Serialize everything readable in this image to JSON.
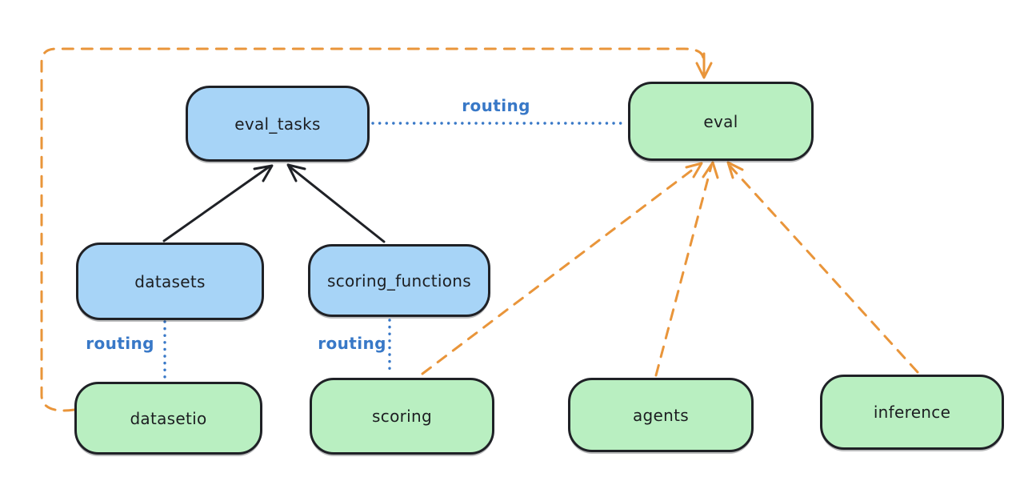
{
  "diagram": {
    "colors": {
      "background": "#ffffff",
      "blue_fill": "#a7d4f7",
      "green_fill": "#b9efc1",
      "stroke": "#1f2126",
      "orange": "#e9953a",
      "routing_blue": "#3878c7",
      "text": "#1c1e21"
    },
    "nodes": [
      {
        "id": "eval_tasks",
        "label": "eval_tasks",
        "color": "blue"
      },
      {
        "id": "eval",
        "label": "eval",
        "color": "green"
      },
      {
        "id": "datasets",
        "label": "datasets",
        "color": "blue"
      },
      {
        "id": "scoring_functions",
        "label": "scoring_functions",
        "color": "blue"
      },
      {
        "id": "datasetio",
        "label": "datasetio",
        "color": "green"
      },
      {
        "id": "scoring",
        "label": "scoring",
        "color": "green"
      },
      {
        "id": "agents",
        "label": "agents",
        "color": "green"
      },
      {
        "id": "inference",
        "label": "inference",
        "color": "green"
      }
    ],
    "edges": [
      {
        "from": "datasets",
        "to": "eval_tasks",
        "style": "solid-arrow",
        "color": "black"
      },
      {
        "from": "scoring_functions",
        "to": "eval_tasks",
        "style": "solid-arrow",
        "color": "black"
      },
      {
        "from": "eval_tasks",
        "to": "eval",
        "style": "dotted",
        "color": "blue",
        "label": "routing"
      },
      {
        "from": "datasets",
        "to": "datasetio",
        "style": "dotted",
        "color": "blue",
        "label": "routing"
      },
      {
        "from": "scoring_functions",
        "to": "scoring",
        "style": "dotted",
        "color": "blue",
        "label": "routing"
      },
      {
        "from": "datasetio",
        "to": "eval",
        "style": "dashed-arrow",
        "color": "orange",
        "route": "left-and-over-top"
      },
      {
        "from": "scoring",
        "to": "eval",
        "style": "dashed-arrow",
        "color": "orange"
      },
      {
        "from": "agents",
        "to": "eval",
        "style": "dashed-arrow",
        "color": "orange"
      },
      {
        "from": "inference",
        "to": "eval",
        "style": "dashed-arrow",
        "color": "orange"
      }
    ],
    "edge_labels": [
      {
        "id": "routing-eval_tasks-eval",
        "text": "routing"
      },
      {
        "id": "routing-datasets-datasetio",
        "text": "routing"
      },
      {
        "id": "routing-scoring_functions-scoring",
        "text": "routing"
      }
    ]
  }
}
